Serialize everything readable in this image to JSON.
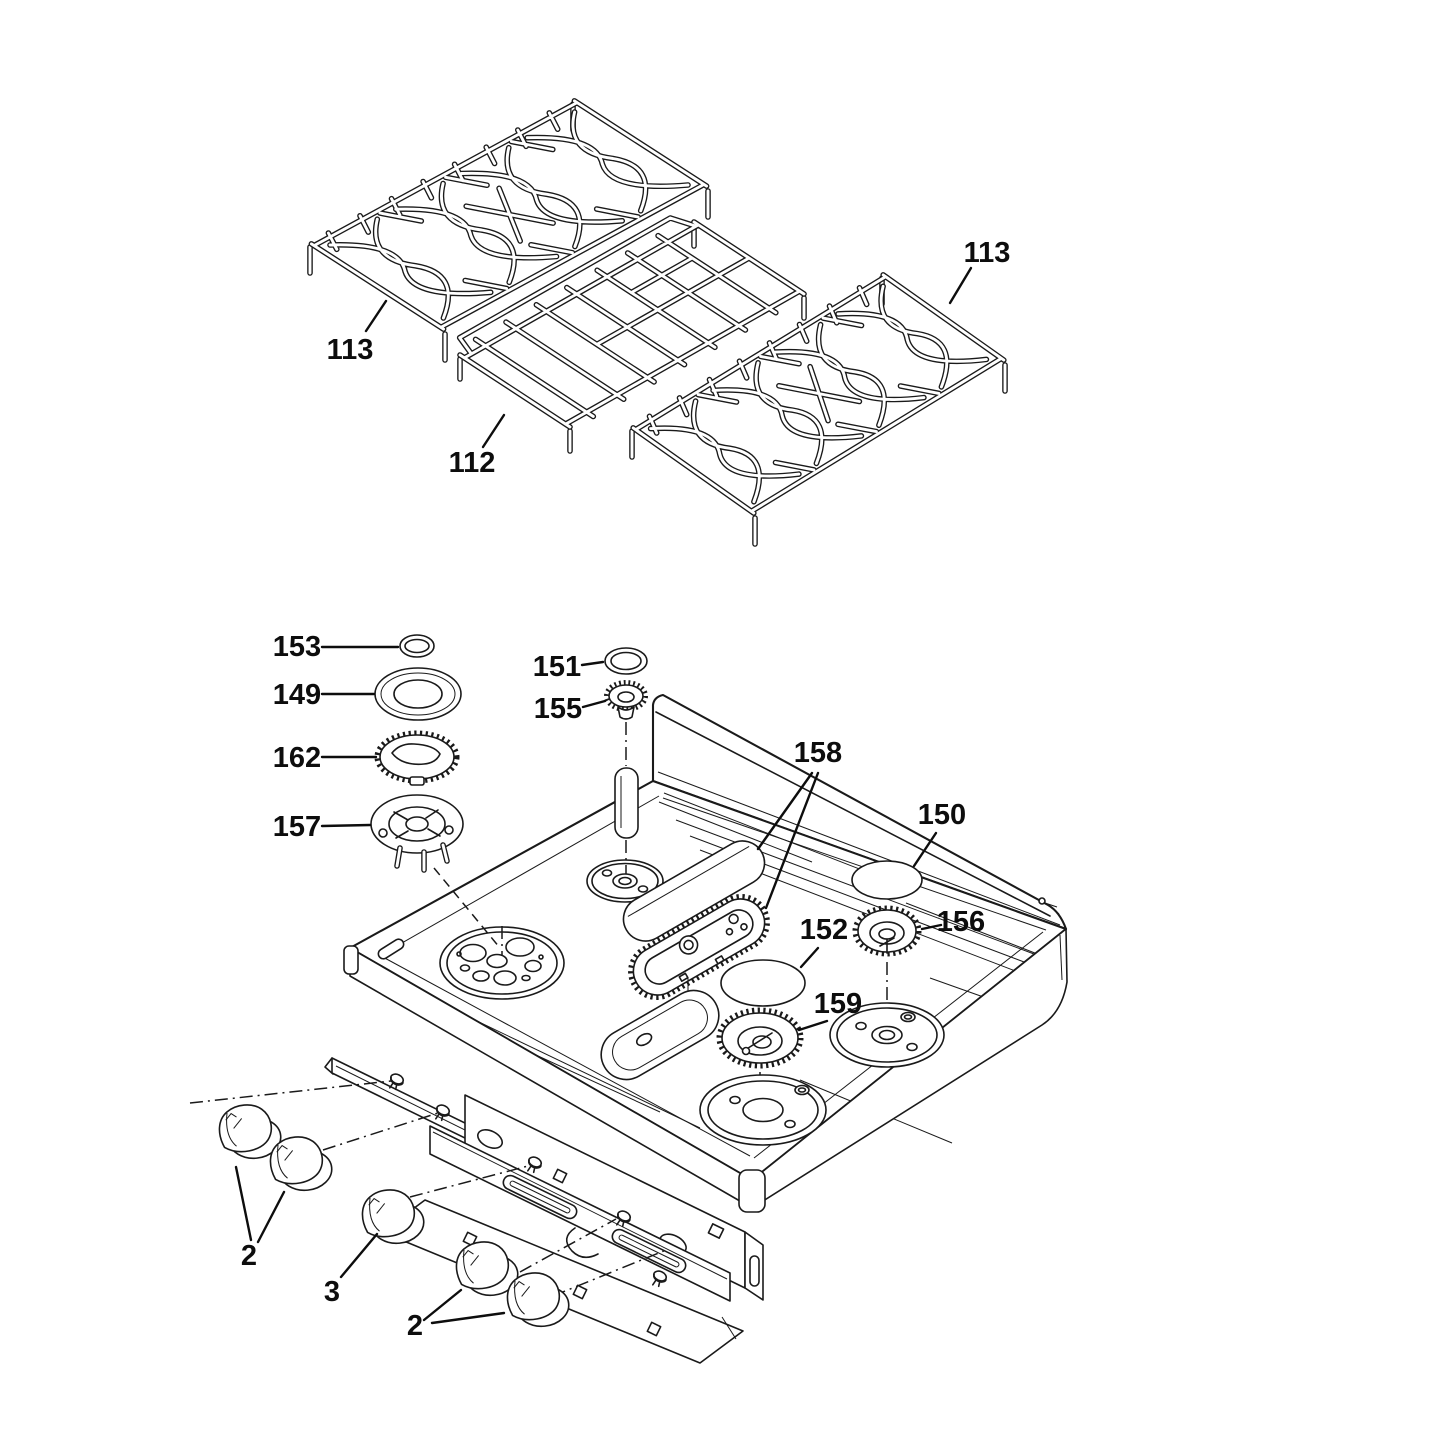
{
  "diagram": {
    "background_color": "#ffffff",
    "line_color": "#1a1a1a",
    "label_color": "#0d0d0d",
    "labels": [
      {
        "ref": "grate-left",
        "text": "113"
      },
      {
        "ref": "grate-center",
        "text": "112"
      },
      {
        "ref": "grate-right",
        "text": "113"
      },
      {
        "ref": "burner-cap-small",
        "text": "153"
      },
      {
        "ref": "burner-trim-ring",
        "text": "149"
      },
      {
        "ref": "burner-head-left",
        "text": "162"
      },
      {
        "ref": "burner-base-left",
        "text": "157"
      },
      {
        "ref": "burner-cap-center",
        "text": "151"
      },
      {
        "ref": "burner-head-small",
        "text": "155"
      },
      {
        "ref": "oval-burner-assembly",
        "text": "158"
      },
      {
        "ref": "maintop-opening-rear",
        "text": "150"
      },
      {
        "ref": "burner-head-right",
        "text": "156"
      },
      {
        "ref": "maintop-opening-center",
        "text": "152"
      },
      {
        "ref": "burner-head-front",
        "text": "159"
      },
      {
        "ref": "knob-pair-left",
        "text": "2"
      },
      {
        "ref": "knob-single",
        "text": "3"
      },
      {
        "ref": "knob-pair-right",
        "text": "2"
      }
    ]
  }
}
